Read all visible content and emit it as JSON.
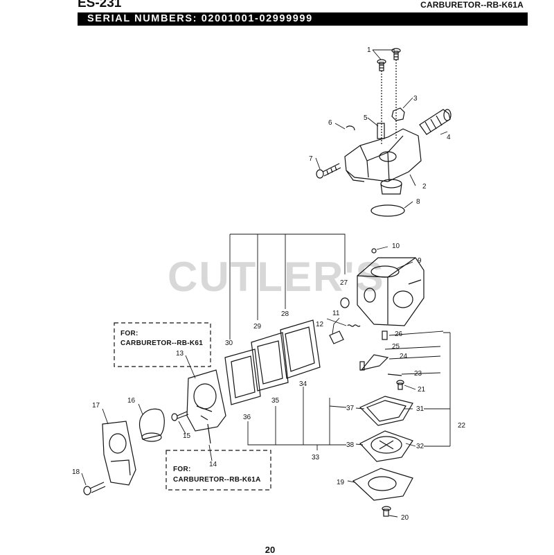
{
  "header": {
    "model": "ES-231",
    "section": "CARBURETOR--RB-K61A",
    "serial_numbers": "SERIAL NUMBERS: 02001001-02999999"
  },
  "watermark": "CUTLER'S",
  "notes": {
    "k61_line1": "FOR:",
    "k61_line2": "CARBURETOR--RB-K61",
    "k61a_line1": "FOR:",
    "k61a_line2": "CARBURETOR--RB-K61A"
  },
  "callouts": [
    "1",
    "2",
    "3",
    "4",
    "5",
    "6",
    "7",
    "8",
    "9",
    "10",
    "11",
    "12",
    "13",
    "14",
    "15",
    "16",
    "17",
    "18",
    "19",
    "20",
    "21",
    "22",
    "23",
    "24",
    "25",
    "26",
    "27",
    "28",
    "29",
    "30",
    "31",
    "32",
    "33",
    "34",
    "35",
    "36",
    "37",
    "38",
    "19",
    "20"
  ],
  "page_number": "20",
  "colors": {
    "ink": "#111111",
    "bar": "#000000",
    "watermark": "#d8d8d8"
  }
}
